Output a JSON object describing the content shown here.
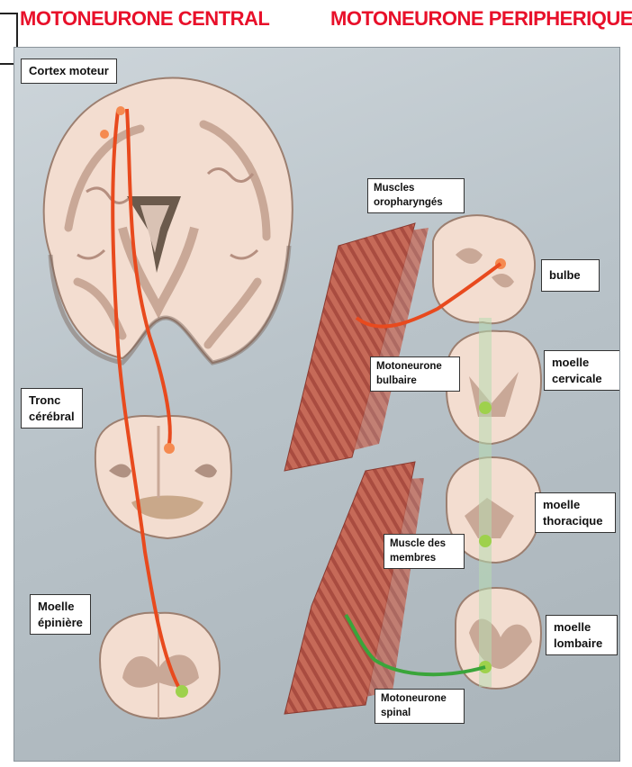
{
  "headers": {
    "central": "MOTONEURONE CENTRAL",
    "peripheral": "MOTONEURONE PERIPHERIQUE"
  },
  "labels": {
    "cortex": "Cortex moteur",
    "tronc": [
      "Tronc",
      "cérébral"
    ],
    "moelle_epiniere": [
      "Moelle",
      "épinière"
    ],
    "muscles_oro": [
      "Muscles",
      "oropharyngés"
    ],
    "bulbe": "bulbe",
    "motoneurone_bulbaire": [
      "Motoneurone",
      "bulbaire"
    ],
    "moelle_cervicale": [
      "moelle",
      "cervicale"
    ],
    "moelle_thoracique": [
      "moelle",
      "thoracique"
    ],
    "muscle_membres": [
      "Muscle des",
      "membres"
    ],
    "moelle_lombaire": [
      "moelle",
      "lombaire"
    ],
    "motoneurone_spinal": [
      "Motoneurone",
      "spinal"
    ]
  },
  "colors": {
    "header_red": "#e8102a",
    "central_tract": "#e84a1e",
    "peripheral_green": "#3aa53a",
    "tissue": "#f3ddd0",
    "grey_matter": "#c9a897",
    "muscle": "#c86a5a"
  }
}
